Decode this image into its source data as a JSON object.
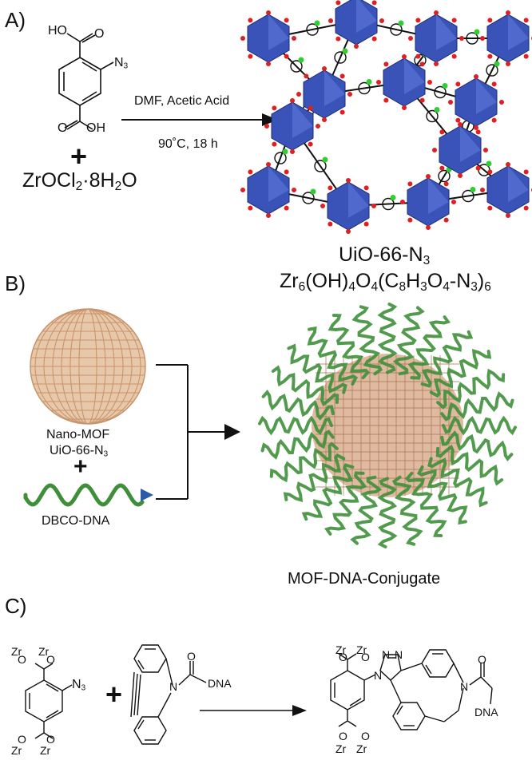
{
  "colors": {
    "zr_node": "#3a53b8",
    "oxygen": "#e02020",
    "azide": "#33cc33",
    "mof_sphere": "#c8936a",
    "dna": "#3f8f3a",
    "dna_tip": "#2a5aa8",
    "bond": "#111111"
  },
  "panel_a": {
    "label": "A)",
    "linker": {
      "ho": "HO",
      "oh": "OH",
      "n3": "N",
      "n3_sub": "3",
      "o_top": "O",
      "o_bot": "O"
    },
    "plus": "+",
    "zr_salt": {
      "a": "ZrOCl",
      "sub1": "2",
      "b": "·8H",
      "sub2": "2",
      "c": "O"
    },
    "conditions_top": "DMF,  Acetic Acid",
    "conditions_bottom": "90˚C, 18 h",
    "product_name": {
      "a": "UiO-66-N",
      "sub": "3"
    },
    "product_formula": {
      "p1": "Zr",
      "s1": "6",
      "p2": "(OH)",
      "s2": "4",
      "p3": "O",
      "s3": "4",
      "p4": "(C",
      "s4": "8",
      "p5": "H",
      "s5": "3",
      "p6": "O",
      "s6": "4",
      "p7": "-N",
      "s7": "3",
      "p8": ")",
      "s8": "6"
    }
  },
  "panel_b": {
    "label": "B)",
    "nano_mof_label": "Nano-MOF",
    "nano_mof_formula": {
      "a": "UiO-66-N",
      "sub": "3"
    },
    "plus": "+",
    "dna_label": "DBCO-DNA",
    "product_label": "MOF-DNA-Conjugate"
  },
  "panel_c": {
    "label": "C)",
    "zr": "Zr",
    "o": "O",
    "n3": "N",
    "n3_sub": "3",
    "n": "N",
    "dna": "DNA",
    "plus": "+"
  }
}
